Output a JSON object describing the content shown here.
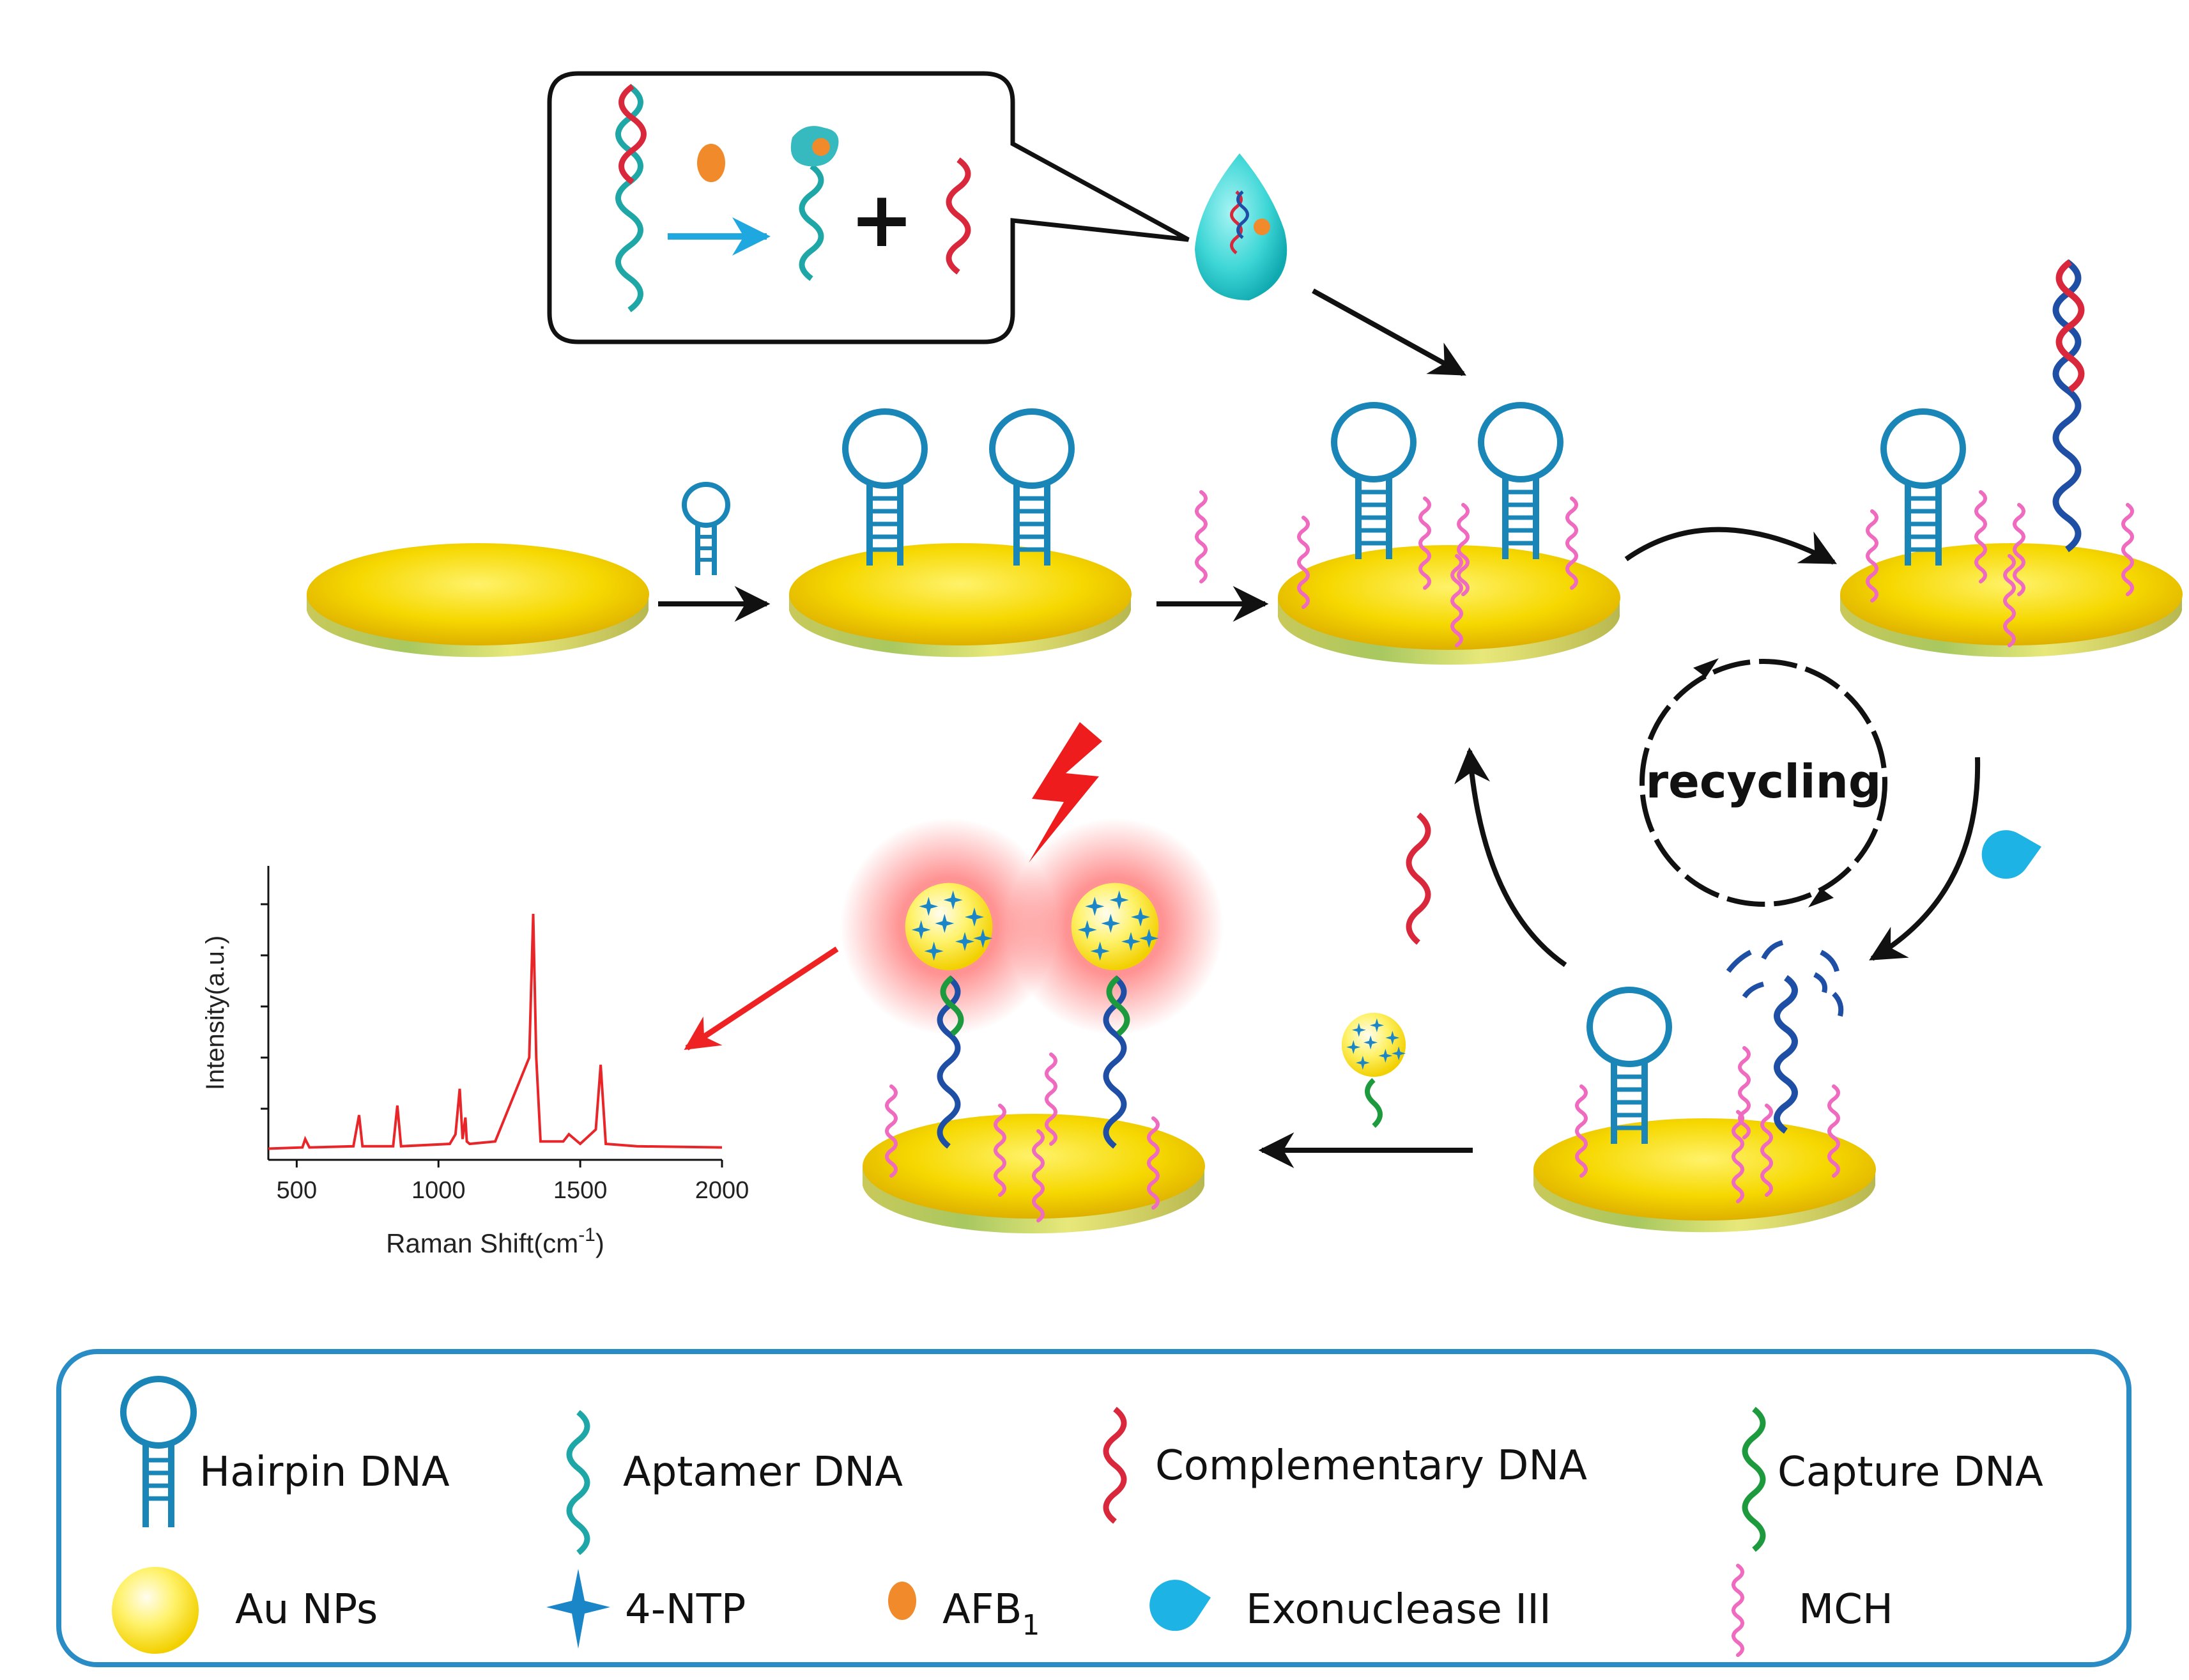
{
  "cycle": {
    "label": "recycling"
  },
  "chart_data": {
    "type": "line",
    "xlabel": "Raman Shift(cm",
    "xlabel_sup": "-1",
    "xlabel_end": ")",
    "ylabel": "Intensity(a.u.)",
    "xlim": [
      400,
      2000
    ],
    "ylim": [
      0,
      1
    ],
    "x_ticks": [
      "500",
      "1000",
      "1500",
      "2000"
    ],
    "tick_values": [
      500,
      1000,
      1500,
      2000
    ],
    "line_color": "#e8262a",
    "series": [
      {
        "x": [
          400,
          520,
          530,
          545,
          700,
          720,
          732,
          745,
          840,
          855,
          868,
          1040,
          1060,
          1075,
          1085,
          1095,
          1100,
          1110,
          1200,
          1320,
          1334,
          1345,
          1360,
          1440,
          1460,
          1500,
          1555,
          1572,
          1590,
          1700,
          2000
        ],
        "values": [
          0.02,
          0.025,
          0.06,
          0.025,
          0.03,
          0.16,
          0.03,
          0.03,
          0.03,
          0.2,
          0.03,
          0.04,
          0.08,
          0.27,
          0.06,
          0.15,
          0.05,
          0.04,
          0.05,
          0.4,
          1.0,
          0.4,
          0.05,
          0.05,
          0.08,
          0.04,
          0.1,
          0.37,
          0.04,
          0.03,
          0.025
        ]
      }
    ]
  },
  "legend": {
    "items": [
      {
        "label": "Hairpin DNA",
        "icon": "hairpin-dna-icon"
      },
      {
        "label": "Aptamer DNA",
        "icon": "aptamer-dna-icon"
      },
      {
        "label": "Complementary DNA",
        "icon": "complementary-dna-icon"
      },
      {
        "label": "Capture DNA",
        "icon": "capture-dna-icon"
      },
      {
        "label": "Au NPs",
        "icon": "au-np-icon"
      },
      {
        "label": "4-NTP",
        "icon": "star-icon"
      },
      {
        "label": "AFB",
        "sub": "1",
        "icon": "afb1-icon"
      },
      {
        "label": "Exonuclease III",
        "icon": "exonuclease-icon"
      },
      {
        "label": "MCH",
        "icon": "mch-icon"
      }
    ]
  },
  "colors": {
    "hairpin": "#1a86b8",
    "aptamer": "#1fa6a6",
    "complementary": "#d9273b",
    "capture": "#1e9a3e",
    "mch": "#ef6bc0",
    "strand_blue": "#1f4fa5",
    "gold": "#f4d400",
    "arrow_red": "#ee2222",
    "legend_border": "#2a8cc4"
  }
}
